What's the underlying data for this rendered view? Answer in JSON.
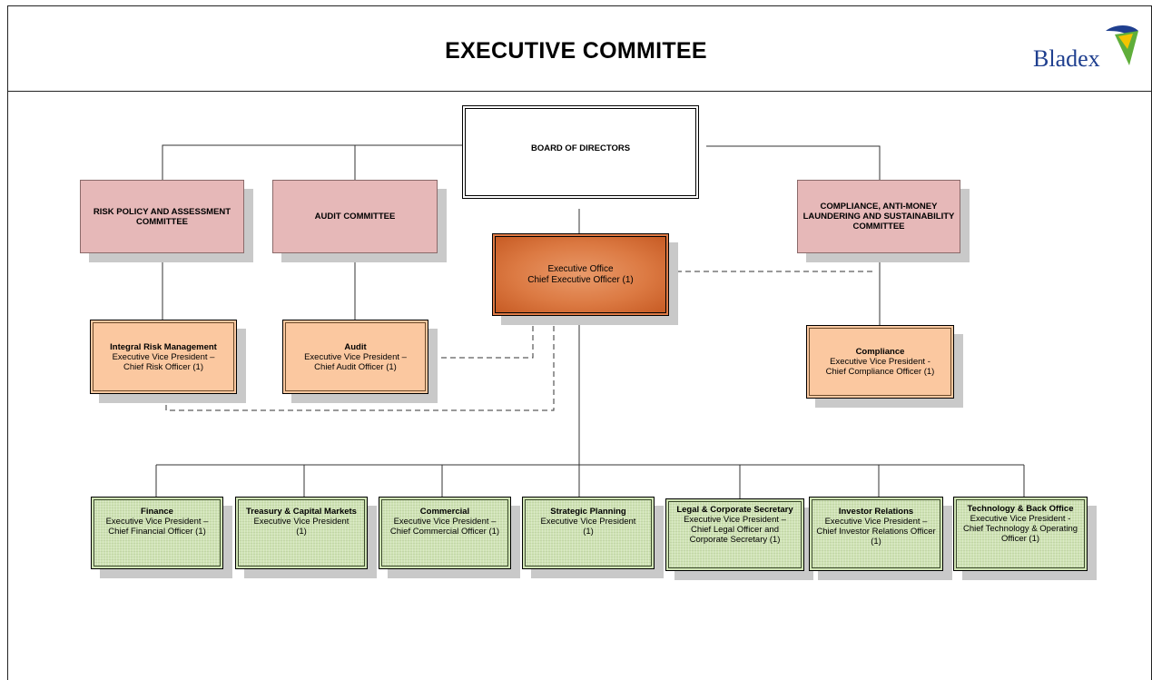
{
  "header": {
    "title": "EXECUTIVE COMMITEE",
    "logo_text": "Bladex"
  },
  "board": {
    "label": "BOARD OF DIRECTORS"
  },
  "committees": {
    "risk": "RISK POLICY AND ASSESSMENT COMMITTEE",
    "audit": "AUDIT COMMITTEE",
    "compliance": "COMPLIANCE, ANTI-MONEY LAUNDERING AND SUSTAINABILITY COMMITTEE"
  },
  "executive_office": {
    "title": "Executive Office",
    "subtitle": "Chief Executive Officer (1)"
  },
  "officers": {
    "risk": {
      "title": "Integral Risk Management",
      "line1": "Executive Vice President –",
      "line2": "Chief Risk Officer (1)"
    },
    "audit": {
      "title": "Audit",
      "line1": "Executive Vice President –",
      "line2": "Chief Audit Officer (1)"
    },
    "compliance": {
      "title": "Compliance",
      "line1": "Executive Vice President  -",
      "line2": "Chief Compliance Officer (1)"
    }
  },
  "departments": [
    {
      "title": "Finance",
      "line1": "Executive Vice President –",
      "line2": "Chief Financial Officer (1)"
    },
    {
      "title": "Treasury & Capital Markets",
      "line1": "Executive Vice President",
      "line2": "(1)"
    },
    {
      "title": "Commercial",
      "line1": "Executive Vice President –",
      "line2": "Chief Commercial Officer (1)"
    },
    {
      "title": "Strategic Planning",
      "line1": "Executive Vice President",
      "line2": "(1)"
    },
    {
      "title": "Legal & Corporate Secretary",
      "line1": "Executive Vice President –",
      "line2": "Chief Legal Officer and Corporate Secretary (1)"
    },
    {
      "title": "Investor Relations",
      "line1": "Executive Vice President –",
      "line2": "Chief Investor Relations Officer (1)"
    },
    {
      "title": "Technology & Back Office",
      "line1": "Executive Vice President -",
      "line2": "Chief Technology & Operating Officer (1)"
    }
  ],
  "colors": {
    "committee": "#e6b8b8",
    "executive": "#dc7a43",
    "officer": "#fbc8a0",
    "department": "#cfe3b4",
    "logo_blue": "#1f3f8f"
  }
}
